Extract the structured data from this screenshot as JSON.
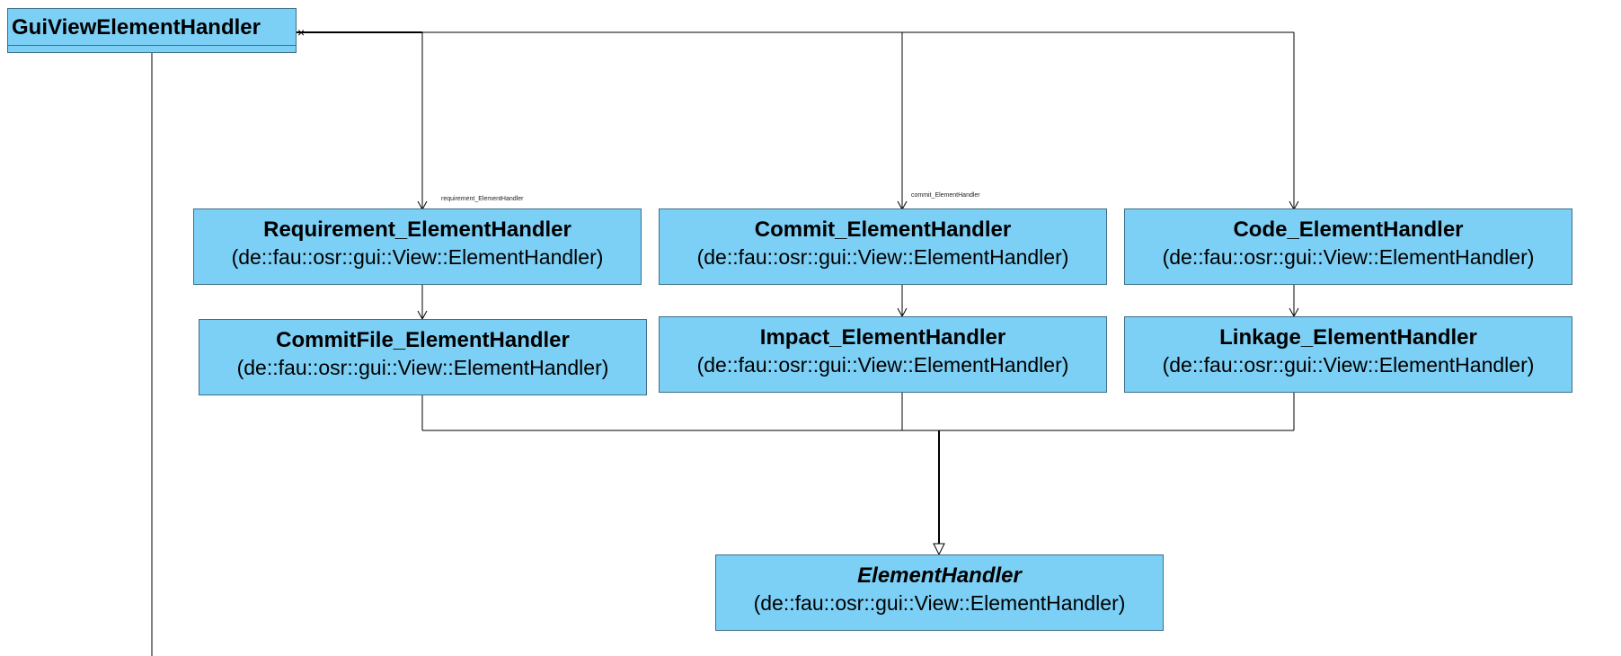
{
  "diagram": {
    "owner": {
      "name": "GuiViewElementHandler"
    },
    "classes": [
      {
        "id": "requirement",
        "name": "Requirement_ElementHandler",
        "package": "(de::fau::osr::gui::View::ElementHandler)"
      },
      {
        "id": "commit",
        "name": "Commit_ElementHandler",
        "package": "(de::fau::osr::gui::View::ElementHandler)"
      },
      {
        "id": "code",
        "name": "Code_ElementHandler",
        "package": "(de::fau::osr::gui::View::ElementHandler)"
      },
      {
        "id": "commitfile",
        "name": "CommitFile_ElementHandler",
        "package": "(de::fau::osr::gui::View::ElementHandler)"
      },
      {
        "id": "impact",
        "name": "Impact_ElementHandler",
        "package": "(de::fau::osr::gui::View::ElementHandler)"
      },
      {
        "id": "linkage",
        "name": "Linkage_ElementHandler",
        "package": "(de::fau::osr::gui::View::ElementHandler)"
      }
    ],
    "base": {
      "name": "ElementHandler",
      "package": "(de::fau::osr::gui::View::ElementHandler)",
      "abstract": true
    },
    "role_labels": {
      "requirement": "requirement_ElementHandler",
      "commit": "commit_ElementHandler"
    },
    "colors": {
      "class_fill": "#7ccff5",
      "class_border": "#3f6f8a",
      "line": "#000000"
    }
  }
}
